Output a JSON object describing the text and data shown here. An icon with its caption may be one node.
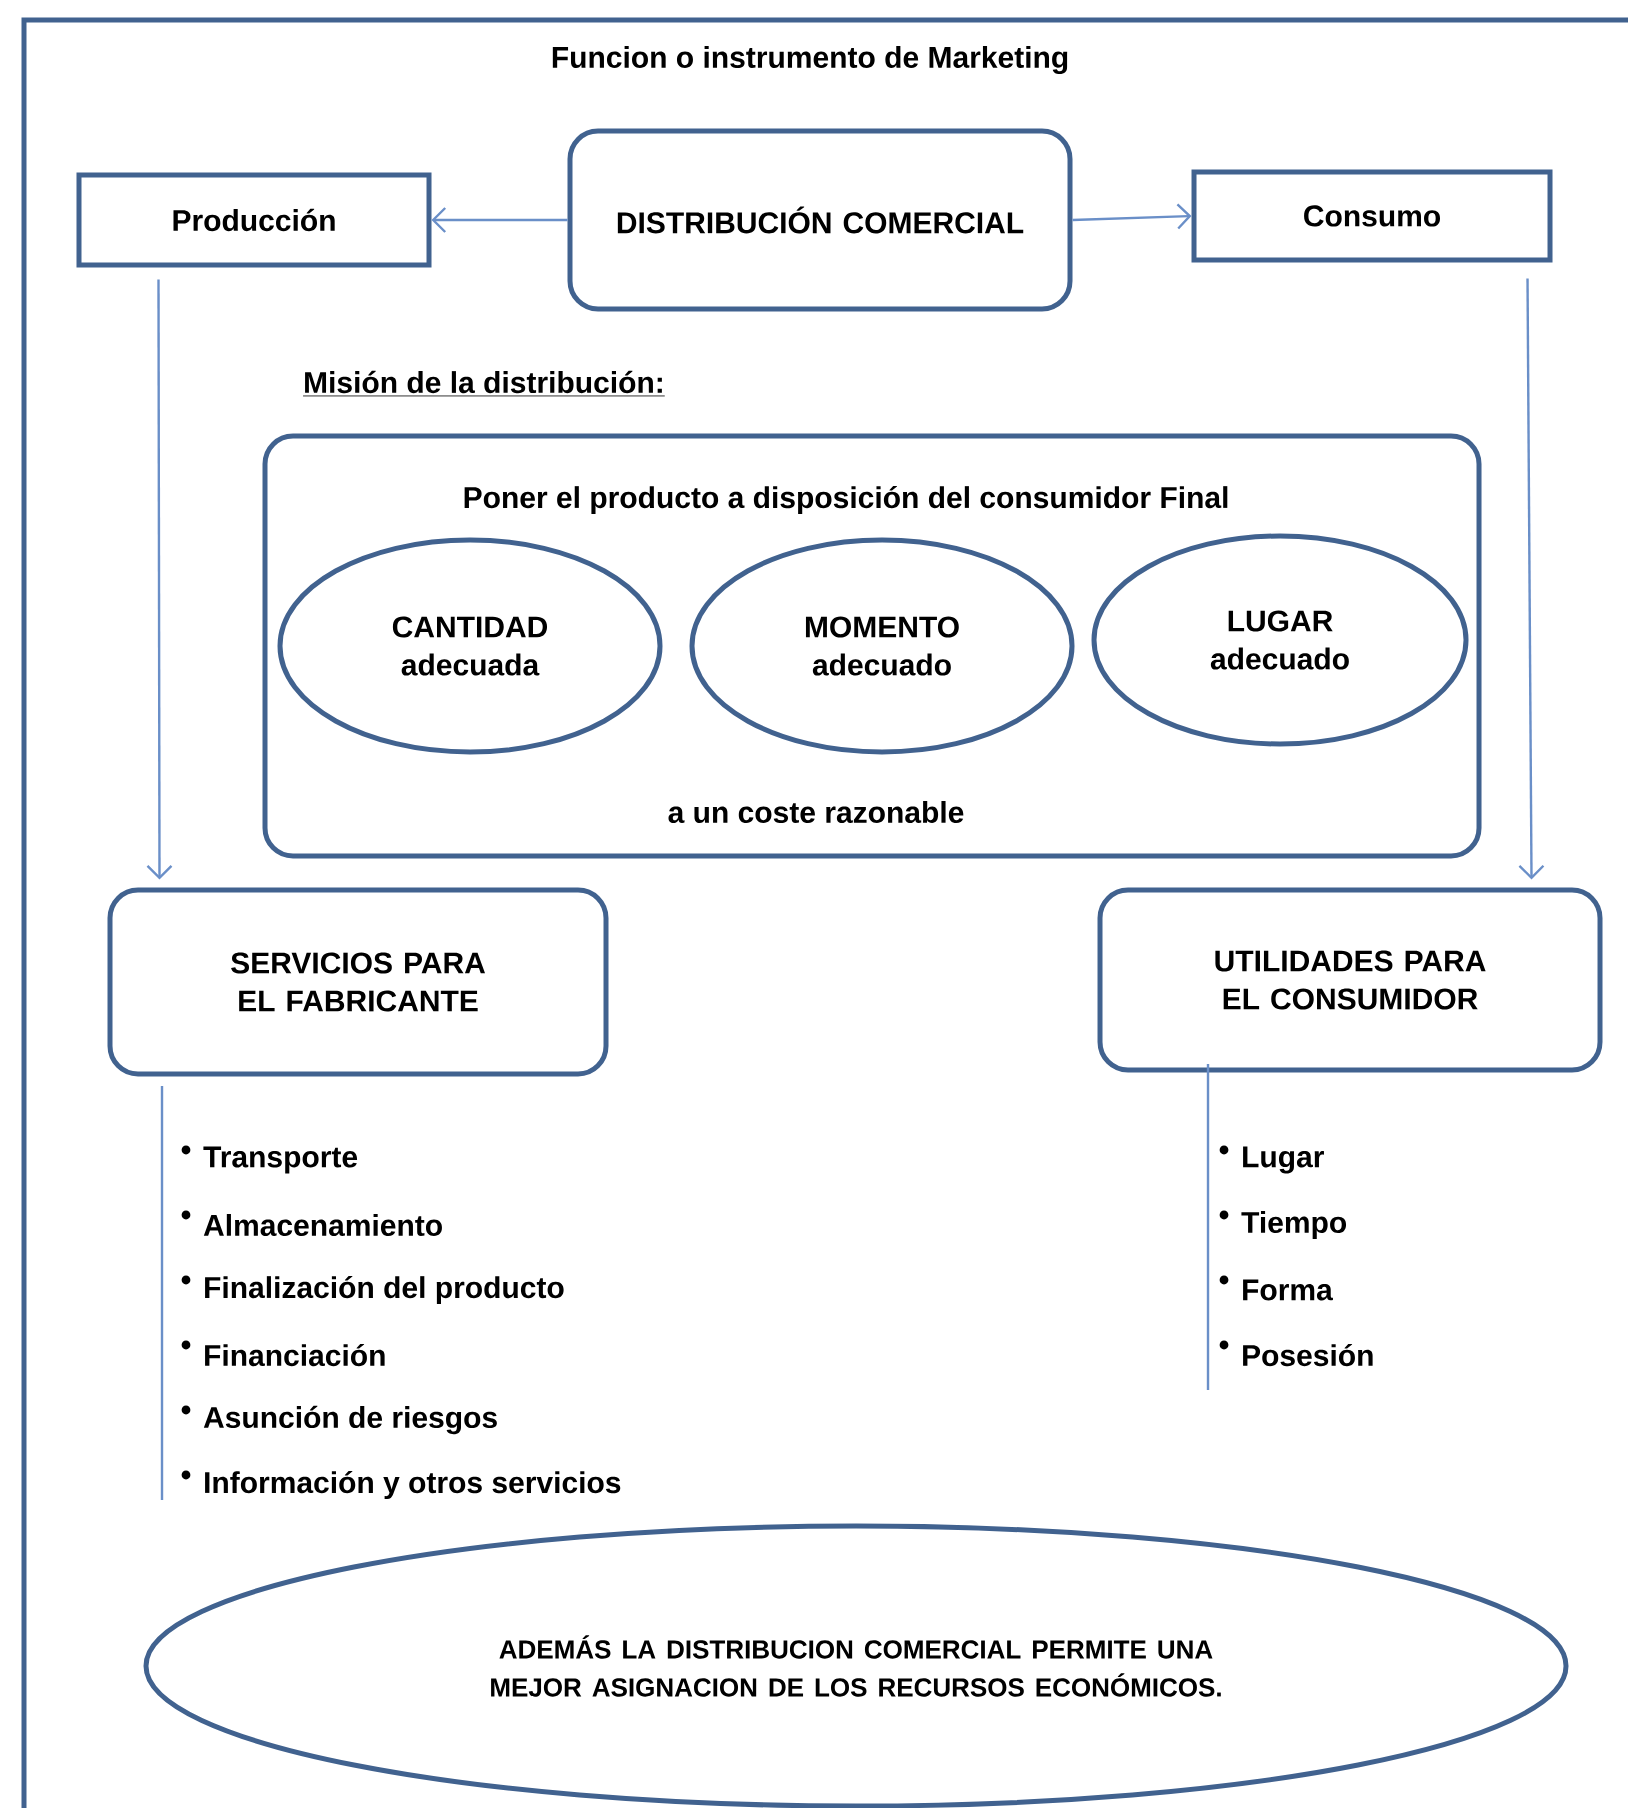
{
  "diagram": {
    "title": "Funcion o instrumento de Marketing",
    "nodes": [
      {
        "text": [
          "Producción"
        ]
      },
      {
        "text": [
          "DISTRIBUCIÓN COMERCIAL"
        ]
      },
      {
        "text": [
          "Consumo"
        ]
      },
      {
        "text": [
          "Misión de la distribución:",
          "Poner el producto a disposición del consumidor Final",
          "a un coste razonable"
        ]
      },
      {
        "text": [
          "CANTIDAD adecuada"
        ],
        "in": 3
      },
      {
        "text": [
          "MOMENTO adecuado"
        ],
        "in": 3
      },
      {
        "text": [
          "LUGAR adecuado"
        ],
        "in": 3
      },
      {
        "text": [
          "SERVICIOS PARA EL FABRICANTE"
        ]
      },
      {
        "text": [
          "UTILIDADES PARA EL CONSUMIDOR"
        ]
      },
      {
        "text": [
          "ADEMÁS LA DISTRIBUCION COMERCIAL PERMITE UNA MEJOR ASIGNACION DE LOS RECURSOS ECONÓMICOS."
        ]
      }
    ],
    "edges": [
      {
        "from": 1,
        "to": 0,
        "arrow": "to"
      },
      {
        "from": 1,
        "to": 2,
        "arrow": "to"
      },
      {
        "from": 0,
        "to": 7,
        "arrow": "to"
      },
      {
        "from": 2,
        "to": 8,
        "arrow": "to"
      }
    ],
    "labels": [
      "Transporte",
      "Lugar",
      "Almacenamiento",
      "Tiempo",
      "Finalización del producto",
      "Forma",
      "Financiación",
      "Posesión",
      "Asunción de riesgos",
      "Información y otros servicios"
    ]
  }
}
